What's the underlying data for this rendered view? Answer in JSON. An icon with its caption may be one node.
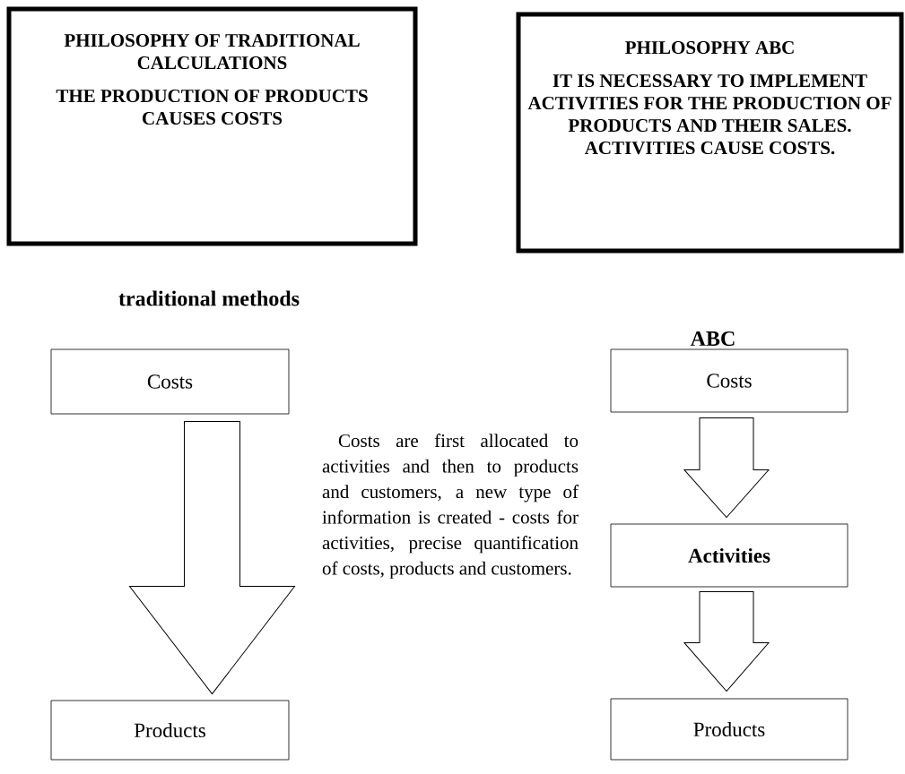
{
  "diagram": {
    "nodes": [
      {
        "text": [
          "PHILOSOPHY OF TRADITIONAL CALCULATIONS",
          "THE PRODUCTION OF PRODUCTS CAUSES COSTS"
        ]
      },
      {
        "text": [
          "PHILOSOPHY ABC",
          "IT IS NECESSARY TO IMPLEMENT ACTIVITIES FOR THE PRODUCTION OF PRODUCTS AND THEIR SALES. ACTIVITIES CAUSE COSTS."
        ]
      },
      {
        "text": [
          "Costs"
        ]
      },
      {
        "text": [
          "Products"
        ]
      },
      {
        "text": [
          "Costs"
        ]
      },
      {
        "text": [
          "Activities"
        ]
      },
      {
        "text": [
          "Products"
        ]
      }
    ],
    "edges": [
      {
        "from": 2,
        "to": 3,
        "arrow": "to"
      },
      {
        "from": 4,
        "to": 5,
        "arrow": "to"
      },
      {
        "from": 5,
        "to": 6,
        "arrow": "to"
      }
    ],
    "labels": [
      "traditional methods",
      "ABC",
      "Costs are first allocated to activities and then to products and customers, a new type of information is created - costs for activities, precise quantification of costs, products and customers."
    ]
  }
}
